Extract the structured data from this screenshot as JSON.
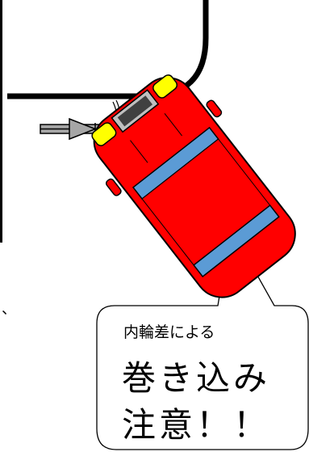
{
  "callout": {
    "subtitle": "内輪差による",
    "line1": "巻き込み",
    "line2": "注意！！"
  },
  "stray_mark": "、",
  "colors": {
    "car_body": "#ff0000",
    "car_outline": "#000000",
    "windows": "#5b9bd5",
    "headlights": "#ffff00",
    "grille": "#404040",
    "road_line": "#000000",
    "arrow_fill": "#a6a6a6",
    "background": "#ffffff"
  },
  "icons": {
    "direction": "right-arrow-icon",
    "vehicle": "car-topdown-icon",
    "cyclist": "bicycle-icon"
  }
}
